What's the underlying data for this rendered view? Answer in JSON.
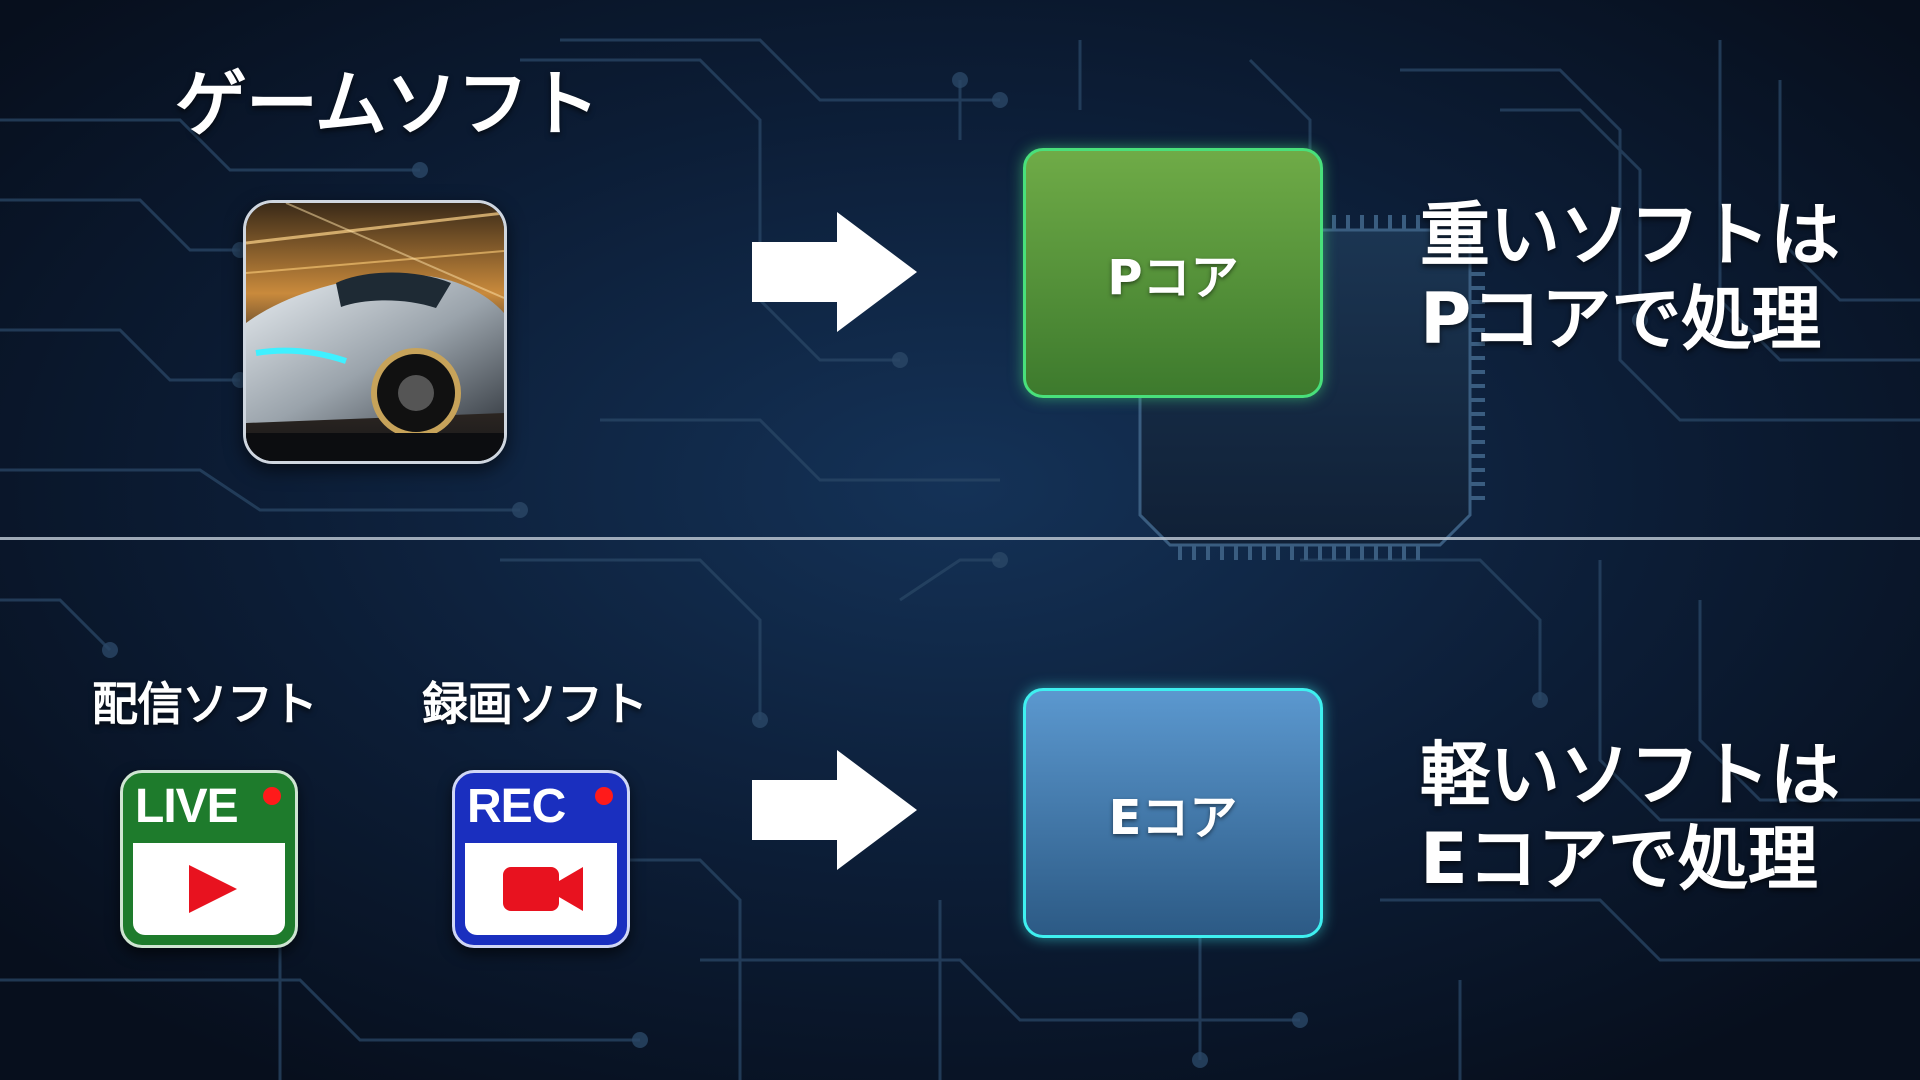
{
  "top_section": {
    "category_title": "ゲームソフト",
    "target_core_label": "Pコア",
    "note_line1": "重いソフトは",
    "note_line2": "Pコアで処理"
  },
  "bottom_section": {
    "streaming_title": "配信ソフト",
    "recording_title": "録画ソフト",
    "live_icon_text": "LIVE",
    "rec_icon_text": "REC",
    "target_core_label": "Eコア",
    "note_line1": "軽いソフトは",
    "note_line2": "Eコアで処理"
  },
  "icons": {
    "game": "sports-car-icon",
    "live": "live-stream-play-icon",
    "rec": "video-camera-rec-icon",
    "arrow": "right-arrow-icon"
  },
  "colors": {
    "background": "#0a1424",
    "p_core": "#5a9a3d",
    "p_core_border": "#49e07b",
    "e_core": "#4684bb",
    "e_core_border": "#3ff0f0",
    "live_icon": "#1e7b2c",
    "rec_icon": "#1a2fbf",
    "rec_dot": "#ff1a1a",
    "play_red": "#e8121f"
  }
}
